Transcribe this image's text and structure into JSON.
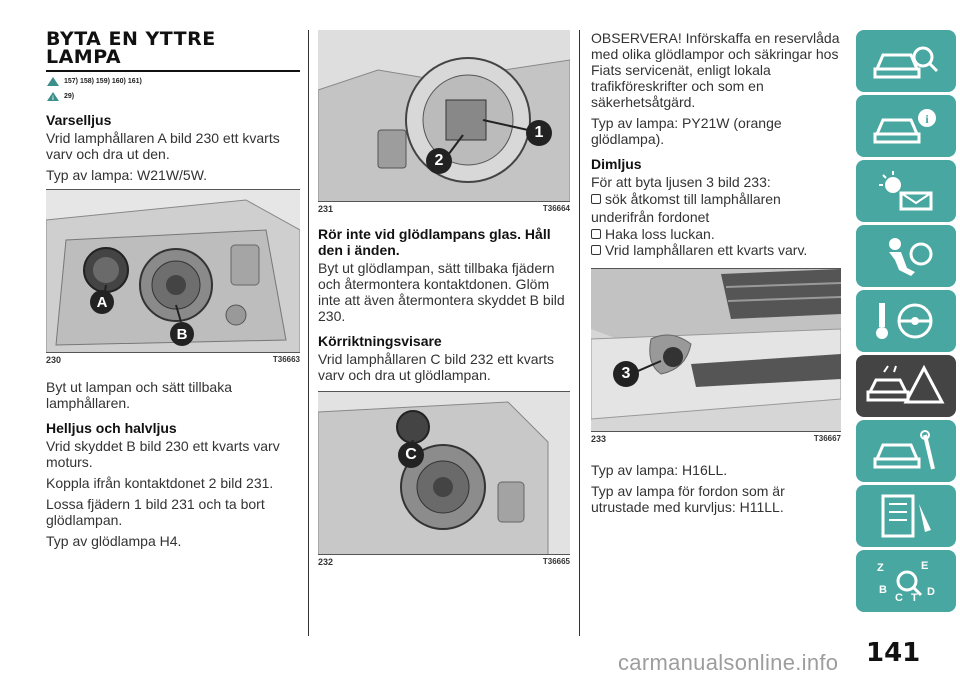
{
  "col1": {
    "title_line1": "BYTA EN YTTRE",
    "title_line2": "LAMPA",
    "warn_refs1": "157) 158) 159) 160) 161)",
    "warn_refs2": "29)",
    "h_varselljus": "Varselljus",
    "p_varselljus": "Vrid lamphållaren A bild 230 ett kvarts varv och dra ut den.",
    "p_lamptype1": "Typ av lampa: W21W/5W.",
    "fig230_num": "230",
    "fig230_code": "T36663",
    "fig230_label_a": "A",
    "fig230_label_b": "B",
    "p_byt": "Byt ut lampan och sätt tillbaka lamphållaren.",
    "h_helljus": "Helljus och halvljus",
    "p_helljus1": "Vrid skyddet B bild 230 ett kvarts varv moturs.",
    "p_helljus2": "Koppla ifrån kontaktdonet 2 bild 231.",
    "p_helljus3": "Lossa fjädern 1 bild 231 och ta bort glödlampan.",
    "p_helljus4": "Typ av glödlampa H4."
  },
  "col2": {
    "fig231_num": "231",
    "fig231_code": "T36664",
    "fig231_label_1": "1",
    "fig231_label_2": "2",
    "h_warn": "Rör inte vid glödlampans glas. Håll den i änden.",
    "p_byt": "Byt ut glödlampan, sätt tillbaka fjädern och återmontera kontaktdonen. Glöm inte att även återmontera skyddet B bild 230.",
    "h_korrikt": "Körriktningsvisare",
    "p_korrikt": "Vrid lamphållaren C bild 232 ett kvarts varv och dra ut glödlampan.",
    "fig232_num": "232",
    "fig232_code": "T36665",
    "fig232_label_c": "C"
  },
  "col3": {
    "p_obs": "OBSERVERA! Införskaffa en reservlåda med olika glödlampor och säkringar hos Fiats servicenät, enligt lokala trafikföreskrifter och som en säkerhetsåtgärd.",
    "p_lamptype": "Typ av lampa: PY21W (orange glödlampa).",
    "h_dimljus": "Dimljus",
    "p_dimljus": "För att byta ljusen 3 bild 233:",
    "bullet1": "sök åtkomst till lamphållaren",
    "p_underifran": "underifrån fordonet",
    "bullet2": "Haka loss luckan.",
    "bullet3": "Vrid lamphållaren ett kvarts varv.",
    "fig233_num": "233",
    "fig233_code": "T36667",
    "fig233_label_3": "3",
    "p_h16": "Typ av lampa: H16LL.",
    "p_h11": "Typ av lampa för fordon som är utrustade med kurvljus: H11LL."
  },
  "sidebar": {
    "items": [
      {
        "icon": "car-search-icon"
      },
      {
        "icon": "car-info-icon"
      },
      {
        "icon": "dashboard-lights-icon"
      },
      {
        "icon": "airbag-safety-icon"
      },
      {
        "icon": "key-steering-wheel-icon"
      },
      {
        "icon": "emergency-breakdown-icon",
        "active": true
      },
      {
        "icon": "car-maintenance-icon"
      },
      {
        "icon": "technical-data-icon"
      },
      {
        "icon": "alphabetical-index-icon"
      }
    ],
    "color": "#48a7a0",
    "active_color": "#444444"
  },
  "page_number": "141",
  "watermark": "carmanualsonline.info"
}
